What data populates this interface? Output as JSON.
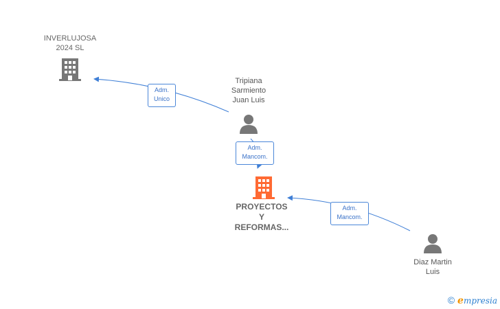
{
  "nodes": {
    "inverlujosa": {
      "lines": [
        "INVERLUJOSA",
        "2024  SL"
      ],
      "type": "company",
      "color": "#777777"
    },
    "tripiana": {
      "lines": [
        "Tripiana",
        "Sarmiento",
        "Juan Luis"
      ],
      "type": "person",
      "color": "#777777"
    },
    "proyectos": {
      "lines": [
        "PROYECTOS",
        "Y",
        "REFORMAS..."
      ],
      "type": "company",
      "color": "#ff6a33"
    },
    "diaz": {
      "lines": [
        "Diaz Martin",
        "Luis"
      ],
      "type": "person",
      "color": "#777777"
    }
  },
  "edges": {
    "tripiana_inverlujosa": {
      "lines": [
        "Adm.",
        "Unico"
      ]
    },
    "tripiana_proyectos": {
      "lines": [
        "Adm.",
        "Mancom."
      ]
    },
    "diaz_proyectos": {
      "lines": [
        "Adm.",
        "Mancom."
      ]
    }
  },
  "brand": {
    "copyright": "©",
    "e": "e",
    "rest": "mpresia"
  },
  "colors": {
    "edge": "#3f7fd6",
    "badge_border": "#4a86d8"
  }
}
